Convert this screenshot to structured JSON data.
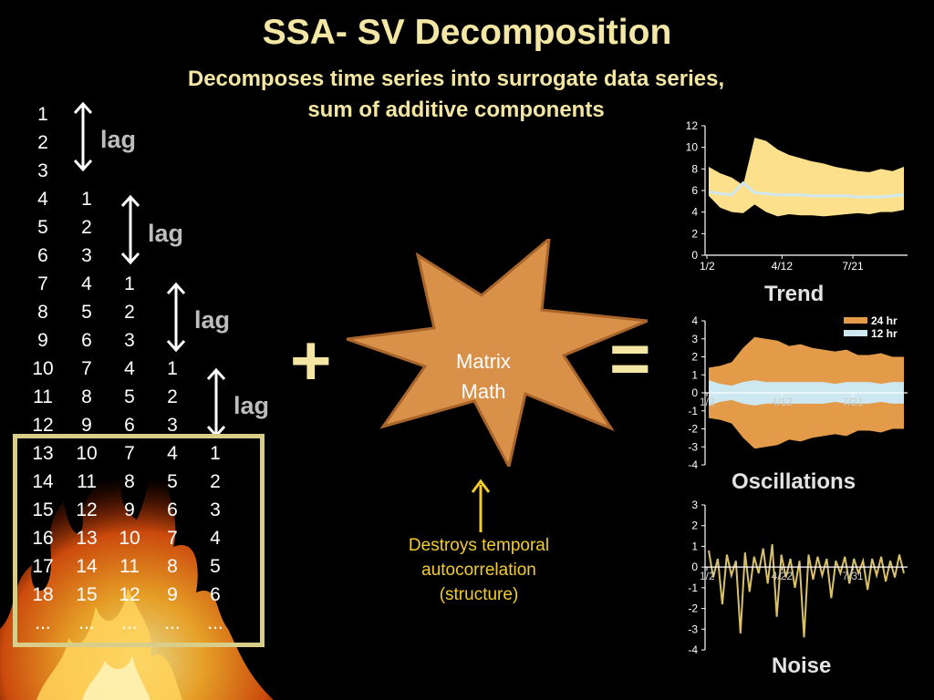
{
  "title": "SSA- SV Decomposition",
  "subtitle_lines": [
    "Decomposes time series into surrogate data series,",
    "sum of additive components"
  ],
  "lag_label": "lag",
  "plus_sign": "+",
  "equals_sign": "=",
  "matrix_lines": [
    "Matrix",
    "Math"
  ],
  "note_lines": [
    "Destroys temporal",
    "autocorrelation",
    "(structure)"
  ],
  "columns": [
    [
      "1",
      "2",
      "3",
      "4",
      "5",
      "6",
      "7",
      "8",
      "9",
      "10",
      "11",
      "12",
      "13",
      "14",
      "15",
      "16",
      "17",
      "18",
      "..."
    ],
    [
      "1",
      "2",
      "3",
      "4",
      "5",
      "6",
      "7",
      "8",
      "9",
      "10",
      "11",
      "12",
      "13",
      "14",
      "15",
      "..."
    ],
    [
      "1",
      "2",
      "3",
      "4",
      "5",
      "6",
      "7",
      "8",
      "9",
      "10",
      "11",
      "12",
      "..."
    ],
    [
      "1",
      "2",
      "3",
      "4",
      "5",
      "6",
      "7",
      "8",
      "9",
      "..."
    ],
    [
      "1",
      "2",
      "3",
      "4",
      "5",
      "6",
      "..."
    ]
  ],
  "chart_data": [
    {
      "type": "area",
      "title": "Trend",
      "x_ticks": [
        "1/2",
        "4/12",
        "7/21"
      ],
      "ylim": [
        0,
        12
      ],
      "y_ticks": [
        0,
        2,
        4,
        6,
        8,
        10,
        12
      ],
      "series": [
        {
          "color": "#fde08c",
          "upper": [
            8.2,
            7.6,
            7.2,
            6.5,
            10.9,
            10.6,
            9.8,
            9.3,
            9.0,
            8.7,
            8.5,
            8.2,
            8.0,
            7.8,
            7.7,
            8.0,
            7.8,
            8.2
          ],
          "lower": [
            5.5,
            4.4,
            4.0,
            3.9,
            4.7,
            4.0,
            3.6,
            3.8,
            3.7,
            3.7,
            3.6,
            3.7,
            3.8,
            3.9,
            3.8,
            4.0,
            4.0,
            4.2
          ]
        },
        {
          "color": "#cde8f0",
          "values": [
            5.9,
            5.7,
            5.6,
            6.7,
            5.8,
            5.7,
            5.6,
            5.6,
            5.6,
            5.5,
            5.5,
            5.5,
            5.5,
            5.4,
            5.4,
            5.4,
            5.5,
            5.6
          ]
        }
      ]
    },
    {
      "type": "area",
      "title": "Oscillations",
      "x_ticks": [
        "1/2",
        "4/12",
        "7/21"
      ],
      "ylim": [
        -4,
        4
      ],
      "y_ticks": [
        4,
        3,
        2,
        1,
        0,
        -1,
        -2,
        -3,
        -4
      ],
      "legend": [
        "24 hr",
        "12 hr"
      ],
      "legend_position": "top-right",
      "series": [
        {
          "name": "24 hr",
          "color": "#e39b49",
          "amplitude": [
            1.4,
            1.5,
            1.7,
            2.5,
            3.1,
            3.0,
            2.9,
            2.6,
            2.7,
            2.5,
            2.4,
            2.3,
            2.4,
            2.1,
            2.1,
            2.2,
            2.0,
            2.0
          ]
        },
        {
          "name": "12 hr",
          "color": "#cde8f0",
          "amplitude": [
            0.7,
            0.5,
            0.4,
            0.6,
            0.7,
            0.6,
            0.6,
            0.6,
            0.6,
            0.6,
            0.6,
            0.5,
            0.6,
            0.6,
            0.6,
            0.5,
            0.6,
            0.6
          ]
        }
      ]
    },
    {
      "type": "line",
      "title": "Noise",
      "x_ticks": [
        "1/2",
        "4/22",
        "7/31"
      ],
      "ylim": [
        -4,
        3
      ],
      "y_ticks": [
        3,
        2,
        1,
        0,
        -1,
        -2,
        -3,
        -4
      ],
      "series": [
        {
          "color": "#d9c16a",
          "values": [
            0.8,
            -0.5,
            0.4,
            -1.8,
            0.6,
            -0.4,
            0.3,
            -3.2,
            0.7,
            -1.2,
            0.5,
            -0.3,
            0.9,
            -0.8,
            1.1,
            -2.4,
            0.6,
            -0.5,
            0.4,
            -1.0,
            0.3,
            -3.4,
            0.6,
            -0.6,
            0.5,
            -0.4,
            0.4,
            -1.5,
            0.3,
            -0.3,
            0.5,
            -0.8,
            0.4,
            -0.3,
            0.3,
            -1.1,
            0.4,
            -0.4,
            0.5,
            -0.7,
            0.3,
            -0.5,
            0.6,
            -0.3
          ]
        }
      ]
    }
  ]
}
